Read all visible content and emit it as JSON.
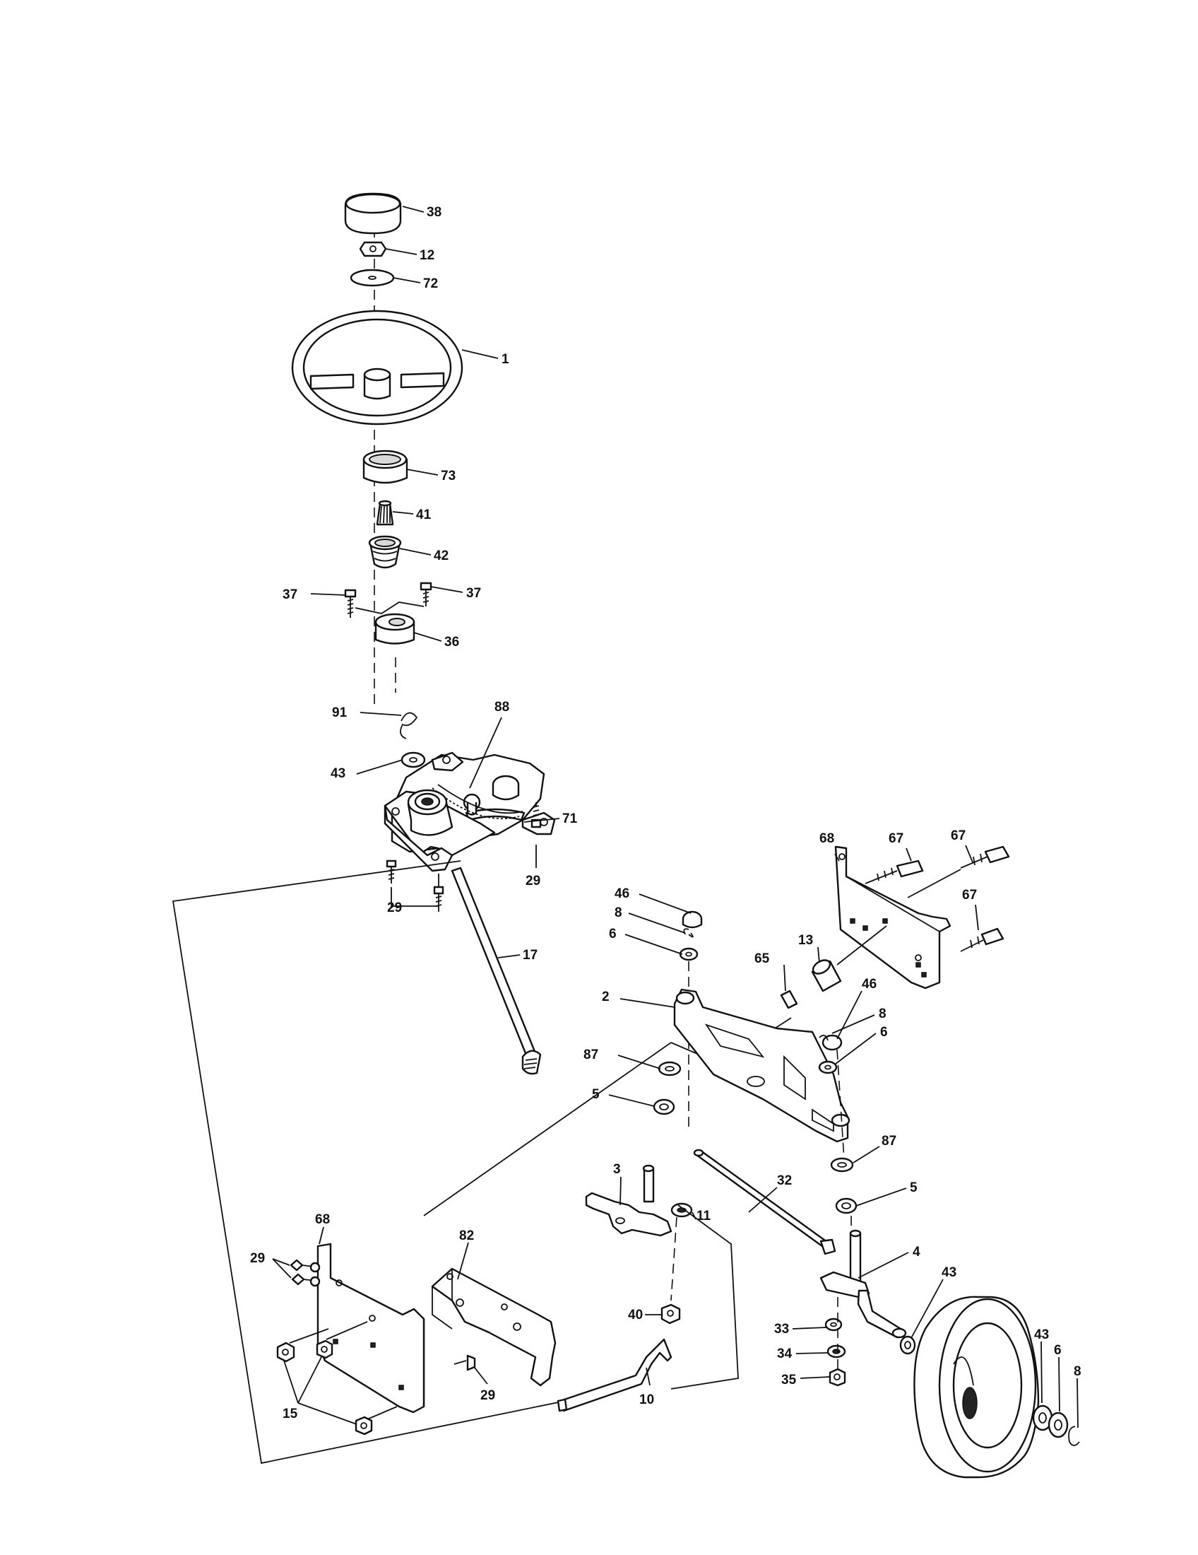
{
  "part_labels": [
    "38",
    "12",
    "72",
    "1",
    "73",
    "41",
    "42",
    "37",
    "37",
    "36",
    "91",
    "88",
    "43",
    "71",
    "29",
    "29",
    "68",
    "67",
    "67",
    "67",
    "46",
    "8",
    "6",
    "13",
    "65",
    "17",
    "2",
    "46",
    "8",
    "6",
    "87",
    "5",
    "87",
    "5",
    "3",
    "11",
    "32",
    "4",
    "43",
    "68",
    "29",
    "82",
    "40",
    "33",
    "34",
    "43",
    "6",
    "8",
    "29",
    "15",
    "10",
    "35"
  ]
}
